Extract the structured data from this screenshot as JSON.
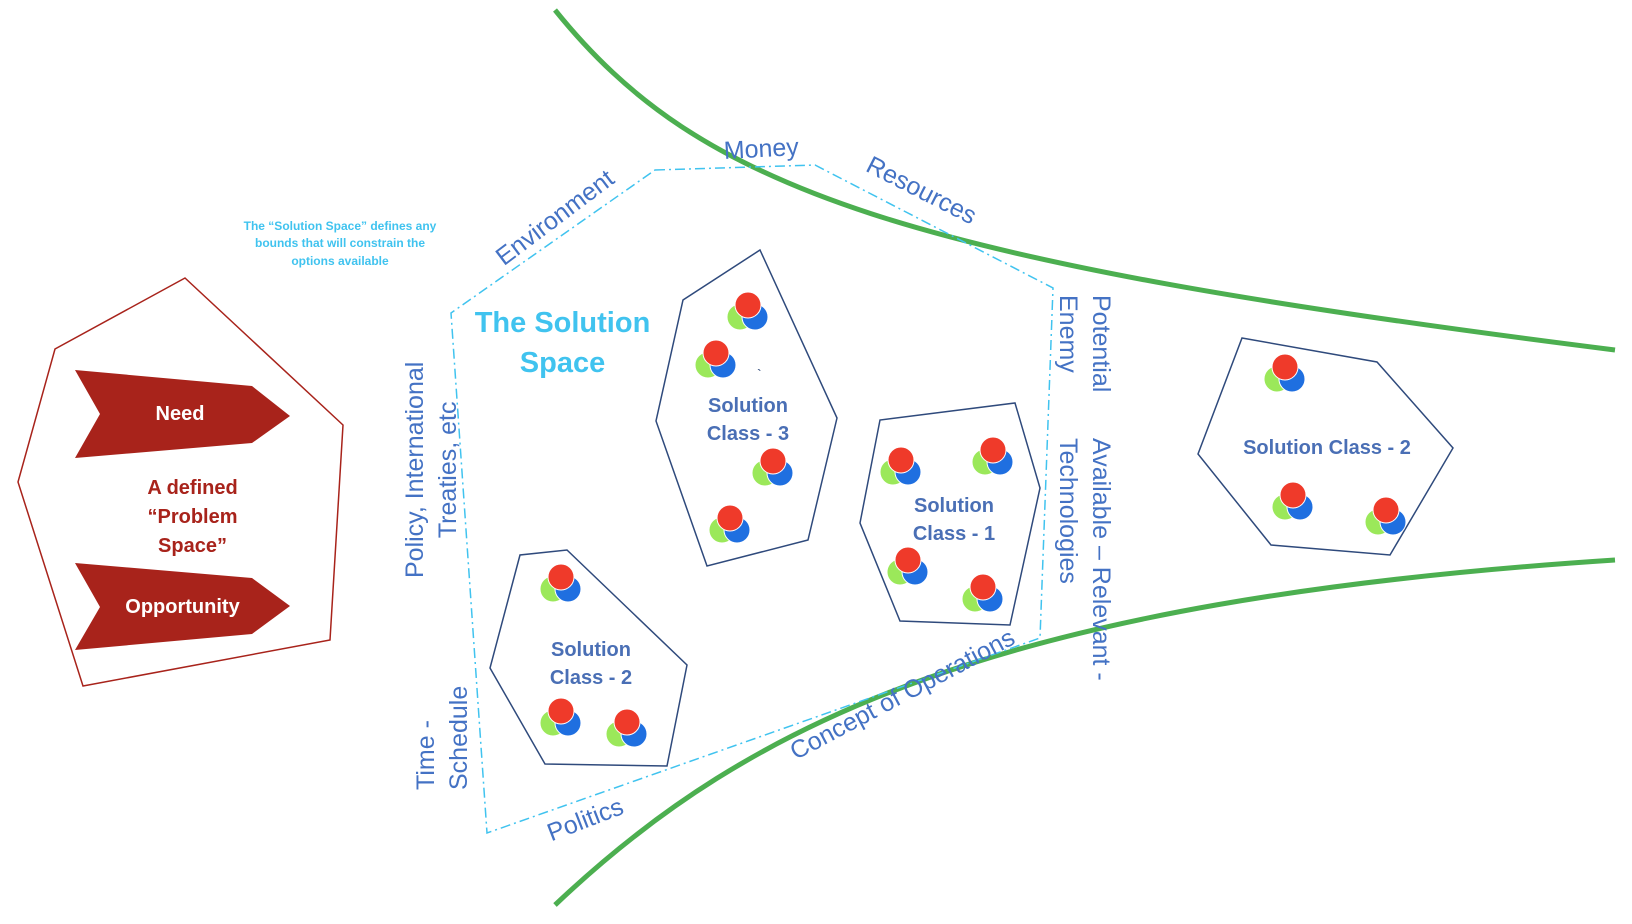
{
  "caption": [
    "The “Solution Space” defines any",
    "bounds that will constrain the",
    "options available"
  ],
  "problem": {
    "need": "Need",
    "opportunity": "Opportunity",
    "title": [
      "A defined",
      "“Problem",
      "Space”"
    ]
  },
  "solution_space": {
    "title": [
      "The Solution",
      "Space"
    ]
  },
  "constraints": {
    "money": "Money",
    "resources": "Resources",
    "environment": "Environment",
    "policy": [
      "Policy, International",
      "Treaties, etc"
    ],
    "time": [
      "Time -",
      "Schedule"
    ],
    "politics": "Politics",
    "concept": "Concept of Operations",
    "enemy": [
      "Potential",
      "Enemy"
    ],
    "technologies": [
      "Available – Relevant -",
      "Technologies"
    ]
  },
  "classes": {
    "class3": [
      "Solution",
      "Class - 3"
    ],
    "class1": [
      "Solution",
      "Class - 1"
    ],
    "class2a": [
      "Solution",
      "Class - 2"
    ],
    "class2b": "Solution Class - 2"
  },
  "stray_mark": "`",
  "colors": {
    "green_curve": "#4caf50",
    "problem_red": "#a8231b",
    "solution_cyan": "#40c3ef",
    "class_navy": "#2f4a7c",
    "label_blue": "#4472c4",
    "ball_red": "#ef3a2a",
    "ball_green": "#9be85a",
    "ball_blue": "#1f6fe0"
  }
}
